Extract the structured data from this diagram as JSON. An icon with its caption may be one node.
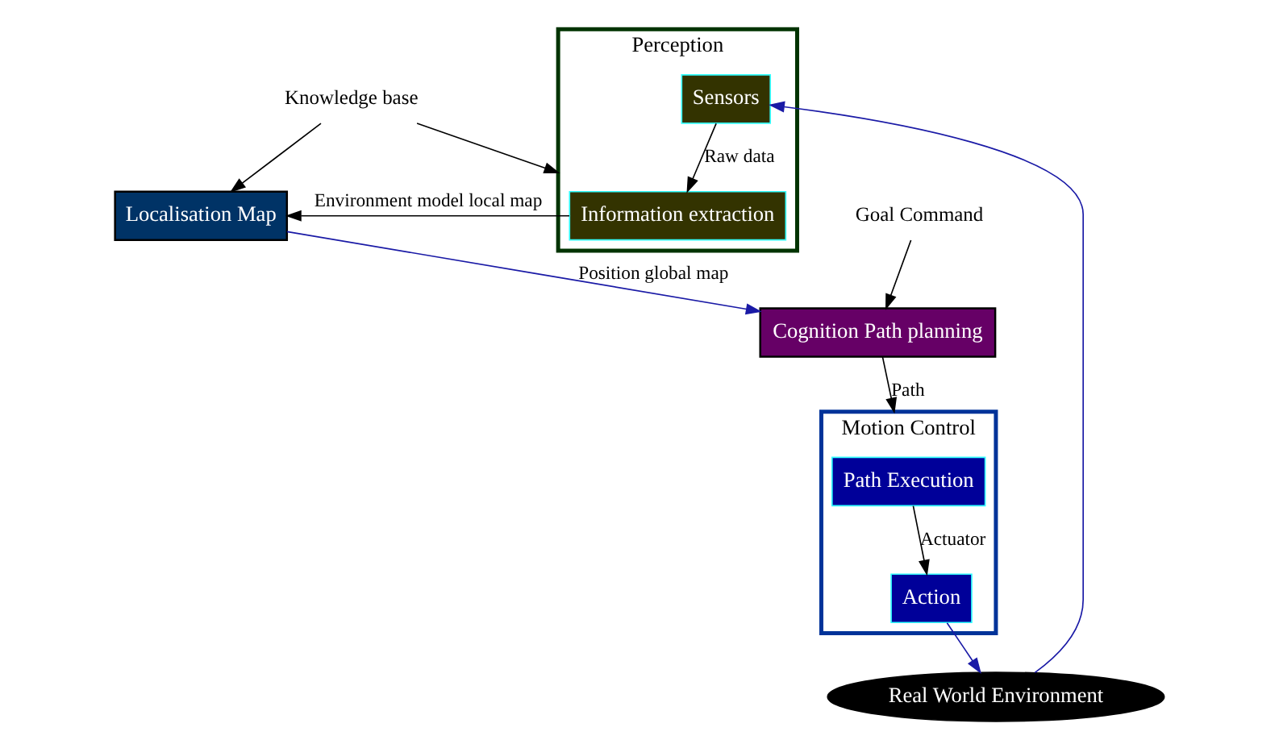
{
  "diagram": {
    "nodes": [
      {
        "text": [
          "Knowledge base"
        ]
      },
      {
        "text": [
          "Localisation Map"
        ]
      },
      {
        "text": [
          "Goal Command"
        ]
      },
      {
        "text": [
          "Cognition Path planning"
        ]
      },
      {
        "text": [
          "Perception"
        ]
      },
      {
        "text": [
          "Information extraction"
        ],
        "in": 4
      },
      {
        "text": [
          "Sensors"
        ],
        "in": 4
      },
      {
        "text": [
          "Motion Control"
        ]
      },
      {
        "text": [
          "Path Execution"
        ],
        "in": 7
      },
      {
        "text": [
          "Action"
        ],
        "in": 7
      },
      {
        "text": [
          "Real World Environment"
        ]
      }
    ],
    "edges": [
      {
        "from": 0,
        "to": 1,
        "arrow": "to"
      },
      {
        "from": 0,
        "to": 4,
        "arrow": "to"
      },
      {
        "from": 2,
        "to": 3,
        "arrow": "to"
      },
      {
        "from": 1,
        "to": 3,
        "arrow": "to",
        "label": "Position global map",
        "color": "#1a1aa6"
      },
      {
        "from": 6,
        "to": 5,
        "arrow": "to",
        "label": "Raw data"
      },
      {
        "from": 5,
        "to": 1,
        "arrow": "to",
        "label": "Environment model local map"
      },
      {
        "from": 3,
        "to": 7,
        "arrow": "to",
        "label": "Path"
      },
      {
        "from": 8,
        "to": 9,
        "arrow": "to",
        "label": "Actuator"
      },
      {
        "from": 10,
        "to": 6,
        "arrow": "to",
        "color": "#1a1aa6"
      },
      {
        "from": 9,
        "to": 10,
        "arrow": "to",
        "color": "#1a1aa6"
      }
    ]
  }
}
